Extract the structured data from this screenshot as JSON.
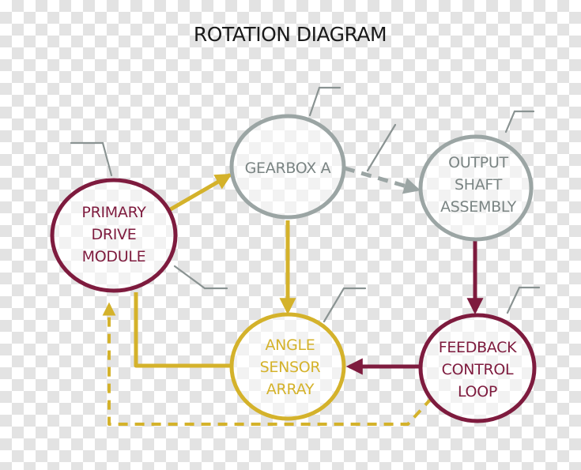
{
  "title": "ROTATION DIAGRAM",
  "colors": {
    "maroon": "#7e1b3e",
    "gold": "#d4b22b",
    "gray": "#9ba5a4",
    "callout": "#8a9392",
    "title": "#1a1a1a"
  },
  "nodes": {
    "primary": {
      "lines": [
        "PRIMARY",
        "DRIVE",
        "MODULE"
      ],
      "color": "maroon"
    },
    "gearbox": {
      "lines": [
        "GEARBOX A"
      ],
      "color": "gray"
    },
    "output": {
      "lines": [
        "OUTPUT",
        "SHAFT",
        "ASSEMBLY"
      ],
      "color": "gray"
    },
    "angle": {
      "lines": [
        "ANGLE",
        "SENSOR",
        "ARRAY"
      ],
      "color": "gold"
    },
    "feedback": {
      "lines": [
        "FEEDBACK",
        "CONTROL",
        "LOOP"
      ],
      "color": "maroon"
    }
  },
  "connections": [
    {
      "from": "Primary Drive Module",
      "to": "Gearbox A",
      "style": "solid",
      "color": "gold"
    },
    {
      "from": "Gearbox A",
      "to": "Output Shaft Assembly",
      "style": "dashed",
      "color": "gray"
    },
    {
      "from": "Gearbox A",
      "to": "Angle Sensor Array",
      "style": "solid",
      "color": "gold"
    },
    {
      "from": "Output Shaft Assembly",
      "to": "Feedback Control Loop",
      "style": "solid",
      "color": "maroon"
    },
    {
      "from": "Feedback Control Loop",
      "to": "Angle Sensor Array",
      "style": "solid",
      "color": "maroon"
    },
    {
      "from": "Angle Sensor Array",
      "to": "Primary Drive Module",
      "style": "solid",
      "color": "gold",
      "arrowhead": false
    },
    {
      "from": "Feedback Control Loop",
      "to": "Primary Drive Module",
      "style": "dashed",
      "color": "gold"
    }
  ]
}
